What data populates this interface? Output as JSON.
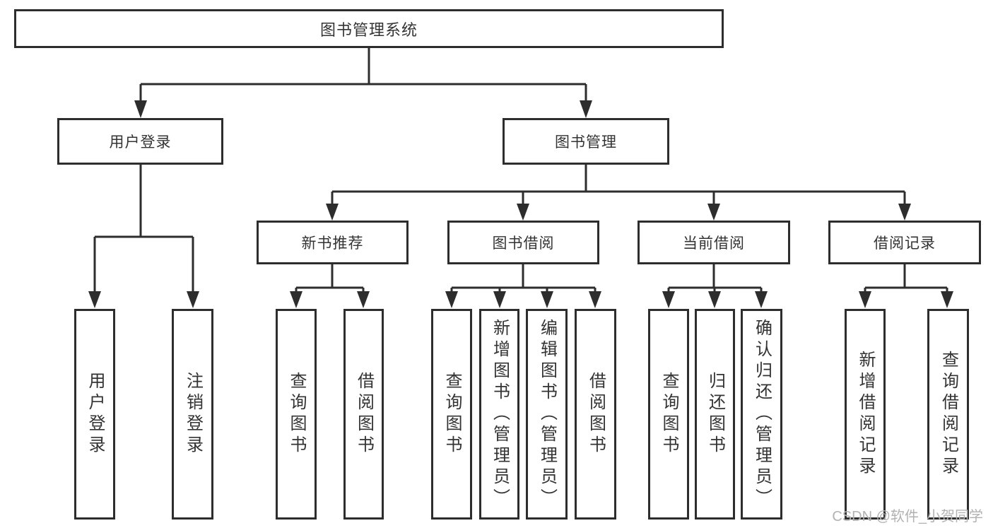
{
  "diagram": {
    "root": {
      "label": "图书管理系统"
    },
    "level2": [
      {
        "id": "user-login",
        "label": "用户登录"
      },
      {
        "id": "book-management",
        "label": "图书管理"
      }
    ],
    "level3": [
      {
        "id": "new-book-recommend",
        "label": "新书推荐",
        "parent": "图书管理"
      },
      {
        "id": "book-borrow",
        "label": "图书借阅",
        "parent": "图书管理"
      },
      {
        "id": "current-borrow",
        "label": "当前借阅",
        "parent": "图书管理"
      },
      {
        "id": "borrow-record",
        "label": "借阅记录",
        "parent": "图书管理"
      }
    ],
    "leaves": [
      {
        "label": "用户登录",
        "parent": "用户登录"
      },
      {
        "label": "注销登录",
        "parent": "用户登录"
      },
      {
        "label": "查询图书",
        "parent": "新书推荐"
      },
      {
        "label": "借阅图书",
        "parent": "新书推荐"
      },
      {
        "label": "查询图书",
        "parent": "图书借阅"
      },
      {
        "label": "新增图书（管理员）",
        "parent": "图书借阅"
      },
      {
        "label": "编辑图书（管理员）",
        "parent": "图书借阅"
      },
      {
        "label": "借阅图书",
        "parent": "图书借阅"
      },
      {
        "label": "查询图书",
        "parent": "当前借阅"
      },
      {
        "label": "归还图书",
        "parent": "当前借阅"
      },
      {
        "label": "确认归还（管理员）",
        "parent": "当前借阅"
      },
      {
        "label": "新增借阅记录",
        "parent": "借阅记录"
      },
      {
        "label": "查询借阅记录",
        "parent": "借阅记录"
      }
    ],
    "watermark": "CSDN @软件_小贺同学",
    "colors": {
      "line": "#2d2d2d",
      "border": "#2d2d2d",
      "text": "#333333",
      "background": "#ffffff",
      "watermark": "#b2b2b2"
    }
  }
}
